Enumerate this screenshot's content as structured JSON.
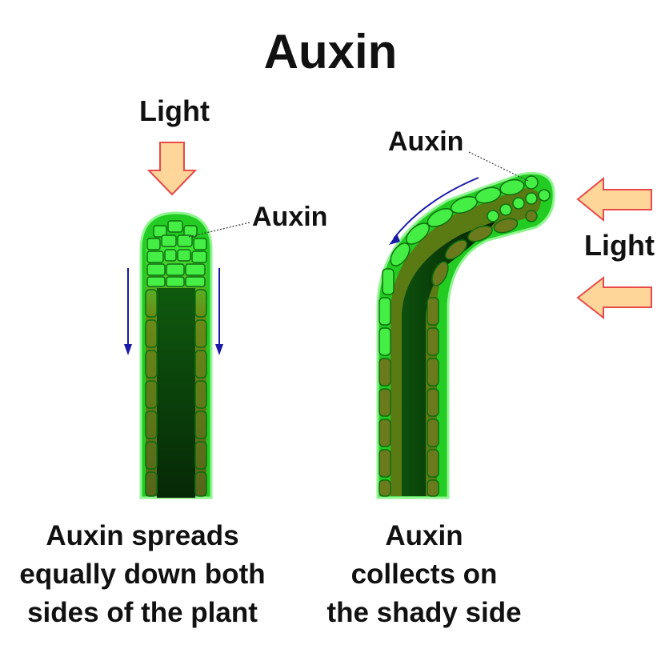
{
  "title": "Auxin",
  "labels": {
    "light_top": "Light",
    "auxin_left": "Auxin",
    "auxin_right": "Auxin",
    "light_right": "Light"
  },
  "captions": {
    "left": [
      "Auxin spreads",
      "equally down both",
      "sides of the plant"
    ],
    "right": [
      "Auxin",
      "collects on",
      "the shady side"
    ]
  },
  "colors": {
    "arrow_fill": "#ffd699",
    "arrow_stroke": "#e84a4a",
    "stem_outline": "#3cc23c",
    "stem_core": "#0a3a0a",
    "cell_bright": "#33ee33",
    "cell_auxin": "#5a6a10",
    "flow_arrow": "#1a1aa8"
  }
}
